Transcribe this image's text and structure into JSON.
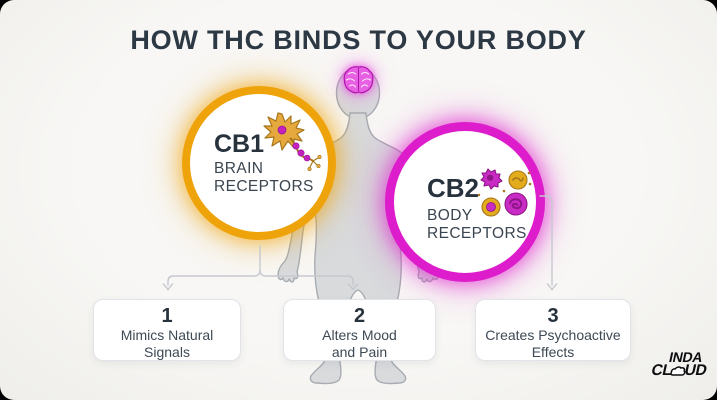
{
  "title": "HOW THC BINDS TO YOUR BODY",
  "receptors": {
    "cb1": {
      "name": "CB1",
      "line1": "BRAIN",
      "line2": "RECEPTORS",
      "ring_color": "#EFA30B",
      "icon": "neuron-icon"
    },
    "cb2": {
      "name": "CB2",
      "line1": "BODY",
      "line2": "RECEPTORS",
      "ring_color": "#DD1CCB",
      "icon": "body-cells-icon"
    }
  },
  "body_figure": {
    "silhouette_color": "#D8DADC",
    "outline_color": "#A7ACB2",
    "brain_color": "#E75FE3",
    "icon": "human-body-silhouette"
  },
  "effects": [
    {
      "number": "1",
      "line1": "Mimics Natural",
      "line2": "Signals"
    },
    {
      "number": "2",
      "line1": "Alters Mood",
      "line2": "and Pain"
    },
    {
      "number": "3",
      "line1": "Creates Psychoactive",
      "line2": "Effects"
    }
  ],
  "logo": {
    "line1": "INDA",
    "line2_start": "CL",
    "line2_end": "UD",
    "icon": "cloud-icon"
  },
  "colors": {
    "background": "#F6F5F2",
    "title_text": "#2C3844",
    "box_border": "#E2E3E8",
    "connector_line": "#C9CCD2",
    "amber_ring": "#EFA30B",
    "magenta_ring": "#DD1CCB"
  }
}
